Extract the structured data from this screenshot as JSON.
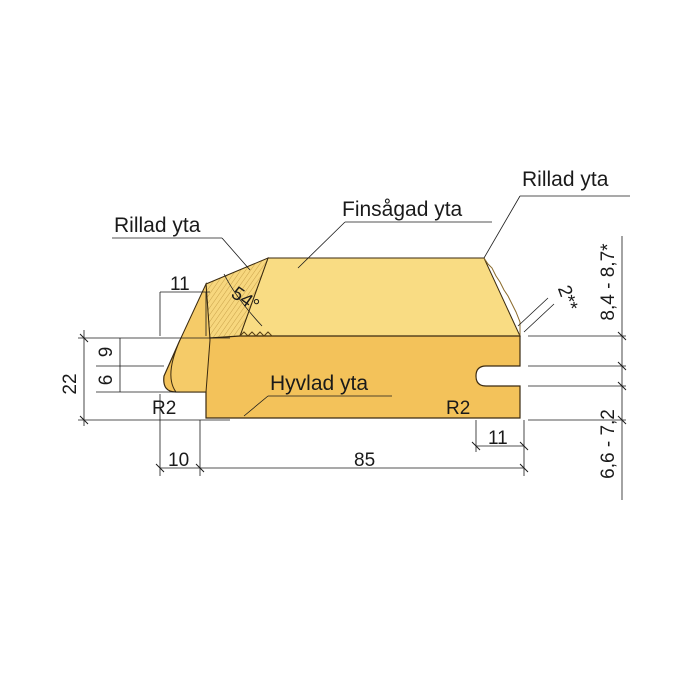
{
  "labels": {
    "rillad_yta_left": "Rillad yta",
    "finsagad_yta": "Finsågad yta",
    "rillad_yta_right": "Rillad yta",
    "hyvlad_yta": "Hyvlad yta"
  },
  "dimensions": {
    "total_height": "22",
    "groove_a": "6",
    "groove_b": "9",
    "tongue_width": "11",
    "angle": "54°",
    "radius_left": "R2",
    "radius_right": "R2",
    "slot_width": "11",
    "left_offset": "10",
    "main_width": "85",
    "right_top": "8,4 - 8,7*",
    "right_bottom": "6,6 - 7,2",
    "chamfer": "2**"
  },
  "colors": {
    "wood_top": "#f9dc83",
    "wood_side": "#f3c25a",
    "line": "#1a1a1a"
  }
}
